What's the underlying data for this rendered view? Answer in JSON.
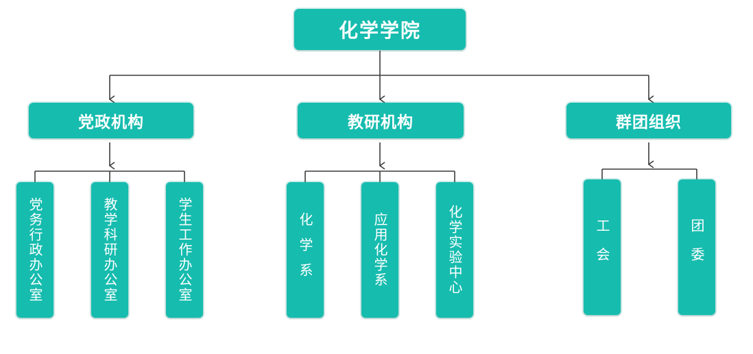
{
  "diagram": {
    "root": {
      "label": "化学学院"
    },
    "categories": [
      {
        "label": "党政机构",
        "children": [
          {
            "label": "党务行政办公室"
          },
          {
            "label": "教学科研办公室"
          },
          {
            "label": "学生工作办公室"
          }
        ]
      },
      {
        "label": "教研机构",
        "children": [
          {
            "label": "化学系"
          },
          {
            "label": "应用化学系"
          },
          {
            "label": "化学实验中心"
          }
        ]
      },
      {
        "label": "群团组织",
        "children": [
          {
            "label": "工会"
          },
          {
            "label": "团委"
          }
        ]
      }
    ],
    "colors": {
      "box_fill": "#16bcae",
      "box_text": "#ffffff",
      "connector": "#3a3a3a"
    }
  }
}
